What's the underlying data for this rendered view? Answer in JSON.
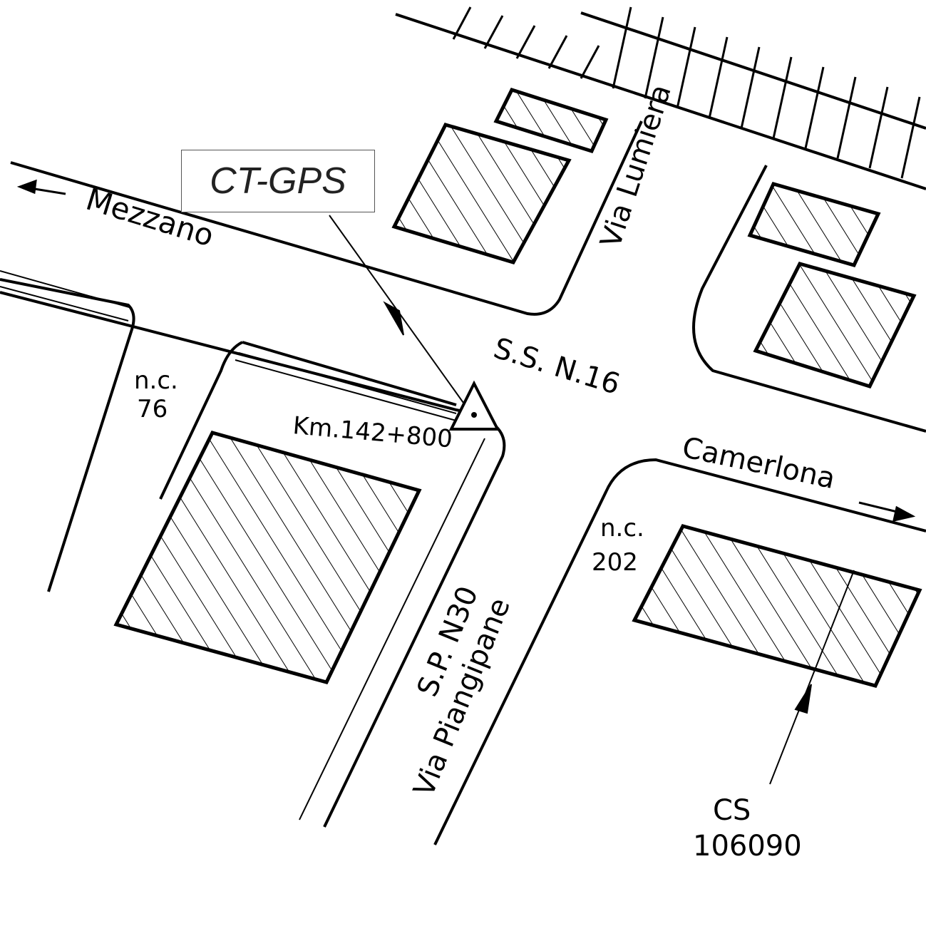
{
  "map": {
    "station_label": "CT-GPS",
    "roads": {
      "main_road": "S.S. N.16",
      "west_direction": "Mezzano",
      "east_direction": "Camerlona",
      "street_north": "Via Lumiera",
      "road_south": "S.P. N30",
      "street_south": "Via Piangipane"
    },
    "markers": {
      "kilometer": "Km.142+800",
      "house_number_west_line1": "n.c.",
      "house_number_west_line2": "76",
      "house_number_east_line1": "n.c.",
      "house_number_east_line2": "202",
      "reference_point_line1": "CS",
      "reference_point_line2": "106090"
    },
    "colors": {
      "ink": "#000000",
      "background": "#ffffff",
      "label_border": "#555555"
    }
  }
}
